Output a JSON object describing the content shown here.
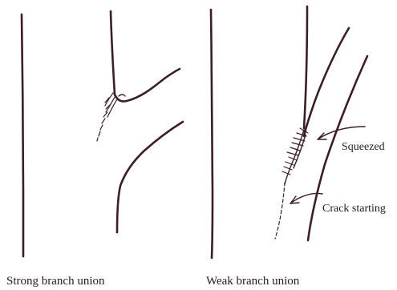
{
  "captions": {
    "left": "Strong branch union",
    "right": "Weak branch union"
  },
  "annotations": {
    "squeezed": "Squeezed",
    "crack": "Crack starting"
  }
}
